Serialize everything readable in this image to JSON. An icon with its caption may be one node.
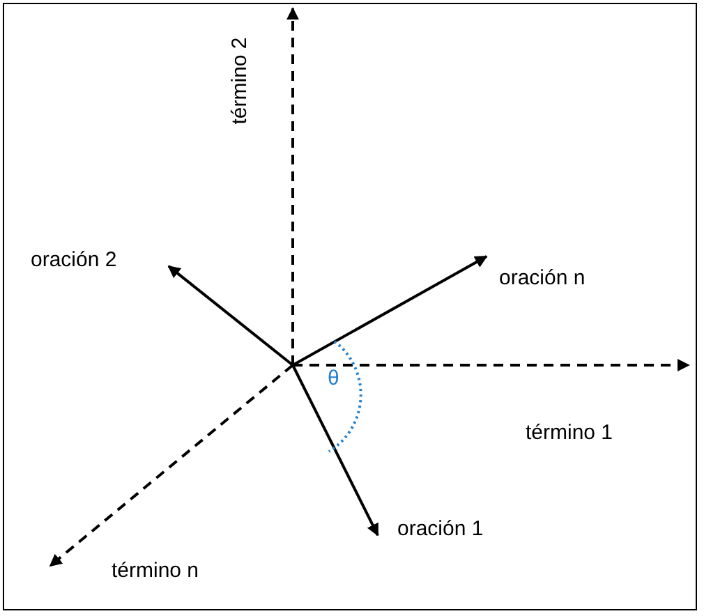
{
  "diagram": {
    "labels": [
      "término 2",
      "oración 2",
      "oración n",
      "θ",
      "término 1",
      "oración 1",
      "término n"
    ]
  }
}
